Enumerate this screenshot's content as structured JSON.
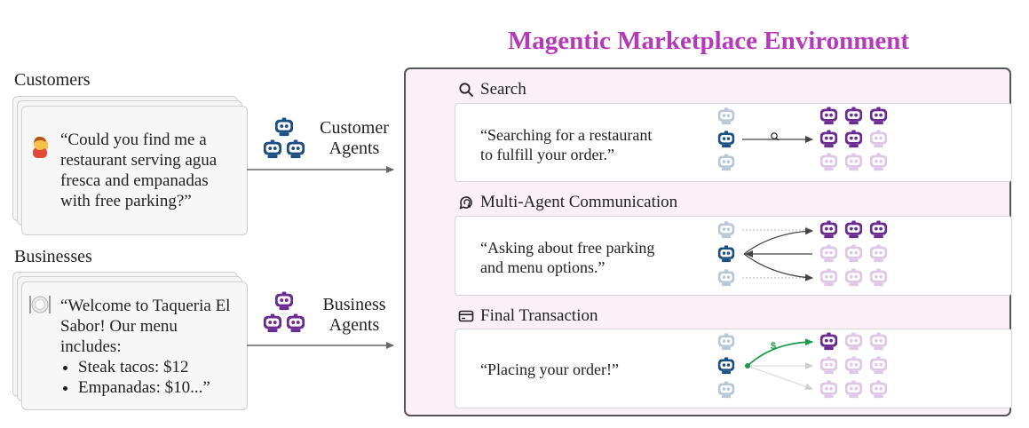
{
  "title": "Magentic Marketplace Environment",
  "customers": {
    "label": "Customers",
    "message": "“Could you find me a restaurant serving agua fresca and empanadas with free parking?”"
  },
  "businesses": {
    "label": "Businesses",
    "message_intro": "“Welcome to Taqueria El Sabor! Our menu includes:",
    "menu_items": [
      "Steak tacos: $12",
      "Empanadas: $10...”"
    ]
  },
  "customer_agents": {
    "line1": "Customer",
    "line2": "Agents"
  },
  "business_agents": {
    "line1": "Business",
    "line2": "Agents"
  },
  "sections": [
    {
      "title": "Search",
      "icon": "search-icon",
      "quote_line1": "“Searching for a restaurant",
      "quote_line2": "to fulfill your order.”"
    },
    {
      "title": "Multi-Agent Communication",
      "icon": "chat-icon",
      "quote_line1": "“Asking about free parking",
      "quote_line2": "and menu options.”"
    },
    {
      "title": "Final Transaction",
      "icon": "card-icon",
      "quote_line1": "“Placing your order!”",
      "quote_line2": ""
    }
  ],
  "transaction_symbol": "$",
  "colors": {
    "title": "#b43ab8",
    "customer_robot": "#1e4f82",
    "business_robot": "#6a2c8f",
    "transaction": "#1a9a4a",
    "environment_bg": "#fbeff8"
  }
}
